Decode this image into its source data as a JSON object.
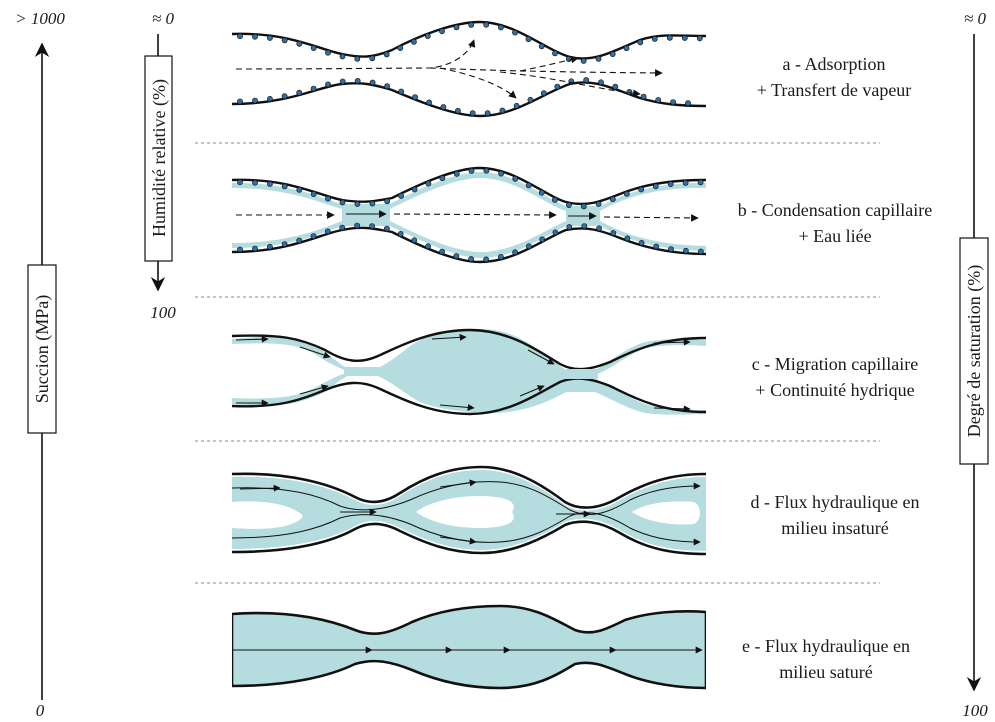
{
  "axes": {
    "suction": {
      "label": "Succion (MPa)",
      "top_value": "> 1000",
      "bottom_value": "0"
    },
    "humidity": {
      "label": "Humidité relative (%)",
      "top_value": "≈ 0",
      "bottom_value": "100"
    },
    "saturation": {
      "label": "Degré de saturation (%)",
      "top_value": "≈ 0",
      "bottom_value": "100"
    }
  },
  "stages": [
    {
      "id": "a",
      "line1": "a - Adsorption",
      "line2": "+ Transfert de vapeur"
    },
    {
      "id": "b",
      "line1": "b - Condensation capillaire",
      "line2": "+ Eau liée"
    },
    {
      "id": "c",
      "line1": "c - Migration capillaire",
      "line2": "+ Continuité hydrique"
    },
    {
      "id": "d",
      "line1": "d - Flux hydraulique en",
      "line2": "milieu insaturé"
    },
    {
      "id": "e",
      "line1": "e - Flux hydraulique en",
      "line2": "milieu saturé"
    }
  ],
  "colors": {
    "water": "#b5dde0",
    "wall": "#111111",
    "molecule": "#2f6fa3",
    "divider": "#888888"
  }
}
